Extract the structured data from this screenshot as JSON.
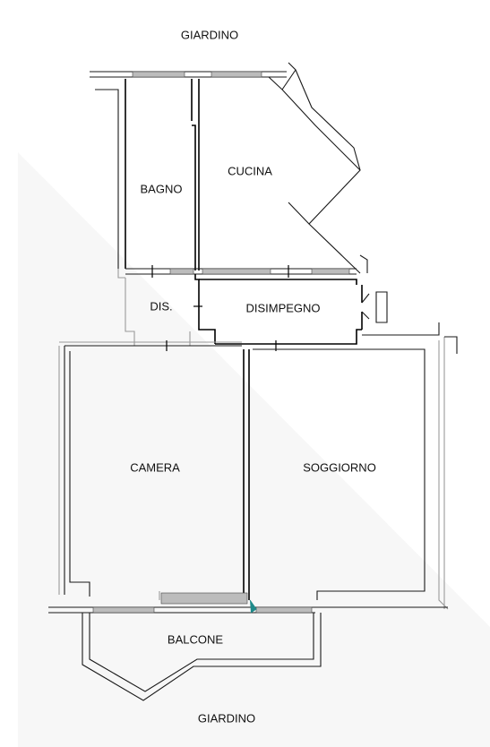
{
  "labels": {
    "garden_top": "GIARDINO",
    "bagno": "BAGNO",
    "cucina": "CUCINA",
    "dis": "DIS.",
    "disimpegno": "DISIMPEGNO",
    "camera": "CAMERA",
    "soggiorno": "SOGGIORNO",
    "balcone": "BALCONE",
    "garden_bottom": "GIARDINO"
  },
  "colors": {
    "background": "#ffffff",
    "wall": "#1a1a1a",
    "wall_light": "#9a9a9a",
    "accent": "#1f8a8a"
  }
}
